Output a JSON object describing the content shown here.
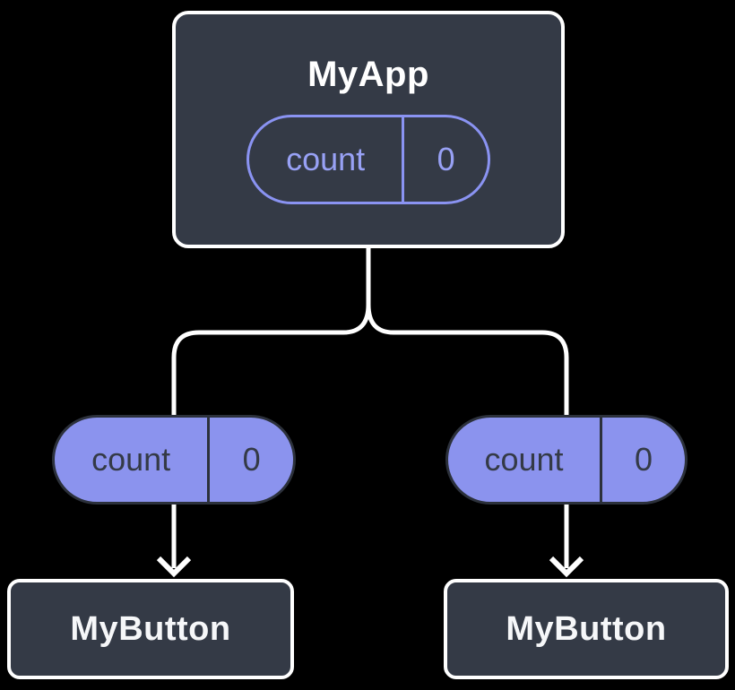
{
  "diagram": {
    "type": "component-tree",
    "background": "#000000",
    "colors": {
      "node_fill": "#343A46",
      "node_border": "#FFFFFF",
      "node_text": "#FFFFFF",
      "pill_fill": "#8B93EE",
      "pill_accent": "#8A93F2",
      "pill_dark_text": "#343A46",
      "connector": "#FFFFFF"
    },
    "root_node": {
      "title": "MyApp",
      "state": {
        "name": "count",
        "value": "0"
      }
    },
    "left_pill": {
      "name": "count",
      "value": "0"
    },
    "right_pill": {
      "name": "count",
      "value": "0"
    },
    "left_button": {
      "title": "MyButton"
    },
    "right_button": {
      "title": "MyButton"
    }
  }
}
